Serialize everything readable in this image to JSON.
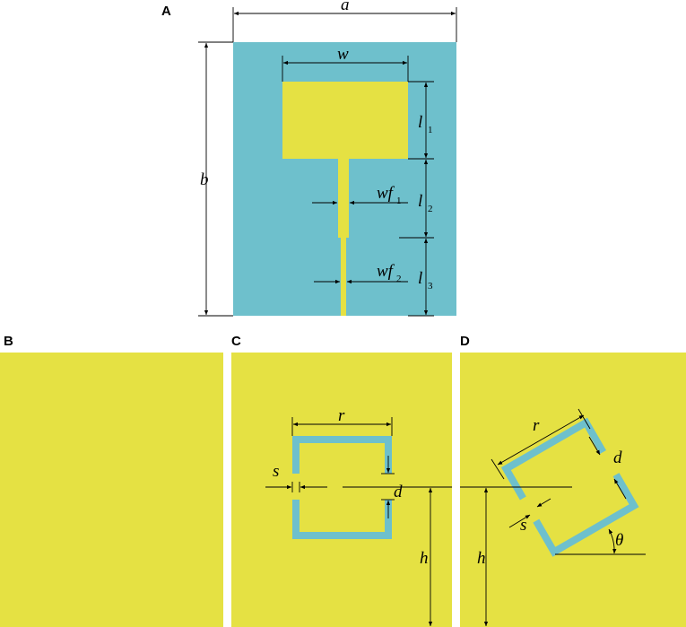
{
  "colors": {
    "substrate": "#6ec0cc",
    "copper": "#e5e143",
    "line": "#000000"
  },
  "panels": {
    "a": {
      "letter": "A"
    },
    "b": {
      "letter": "B"
    },
    "c": {
      "letter": "C"
    },
    "d": {
      "letter": "D"
    }
  },
  "dims": {
    "a": "a",
    "b": "b",
    "w": "w",
    "l": "l",
    "l1_sub": "1",
    "l2_sub": "2",
    "l3_sub": "3",
    "wf": "wf",
    "wf1_sub": "1",
    "wf2_sub": "2",
    "r": "r",
    "s": "s",
    "d": "d",
    "h": "h",
    "theta": "θ"
  }
}
